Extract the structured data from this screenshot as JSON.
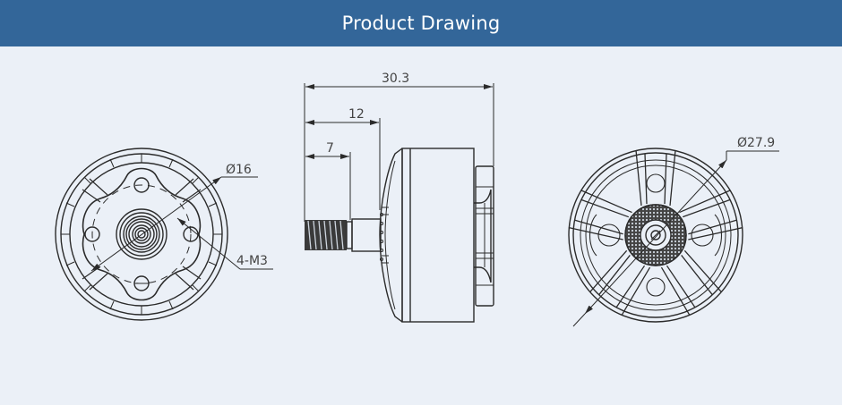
{
  "header": {
    "title": "Product Drawing"
  },
  "colors": {
    "header_bg": "#336699",
    "header_text": "#ffffff",
    "page_bg": "#ebf0f7",
    "line": "#2b2b2b",
    "dim_text": "#444444"
  },
  "views": {
    "front": {
      "labels": {
        "diameter": "Ø16",
        "holes": "4-M3"
      }
    },
    "side": {
      "dims": {
        "overall": "30.3",
        "shaft_to_base": "12",
        "thread": "7"
      }
    },
    "rear": {
      "labels": {
        "diameter": "Ø27.9"
      }
    }
  }
}
